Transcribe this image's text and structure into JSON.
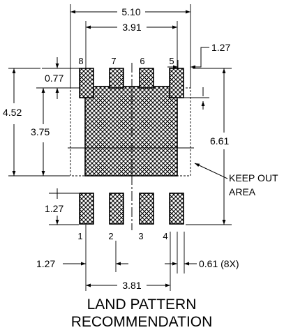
{
  "dimensions": {
    "overall_width": "5.10",
    "top_pad_span": "3.91",
    "pitch_top": "1.27",
    "pad_height_top": "0.77",
    "height_left": "4.52",
    "thermal_height": "3.75",
    "overall_height": "6.61",
    "pitch_bottom": "1.27",
    "pitch_left": "1.27",
    "pad_width": "0.61 (8X)",
    "bottom_pad_span": "3.81"
  },
  "pins": {
    "top": [
      "8",
      "7",
      "6",
      "5"
    ],
    "bottom": [
      "1",
      "2",
      "3",
      "4"
    ]
  },
  "keep_out": {
    "line1": "KEEP OUT",
    "line2": "AREA"
  },
  "caption": {
    "line1": "LAND PATTERN",
    "line2": "RECOMMENDATION"
  }
}
